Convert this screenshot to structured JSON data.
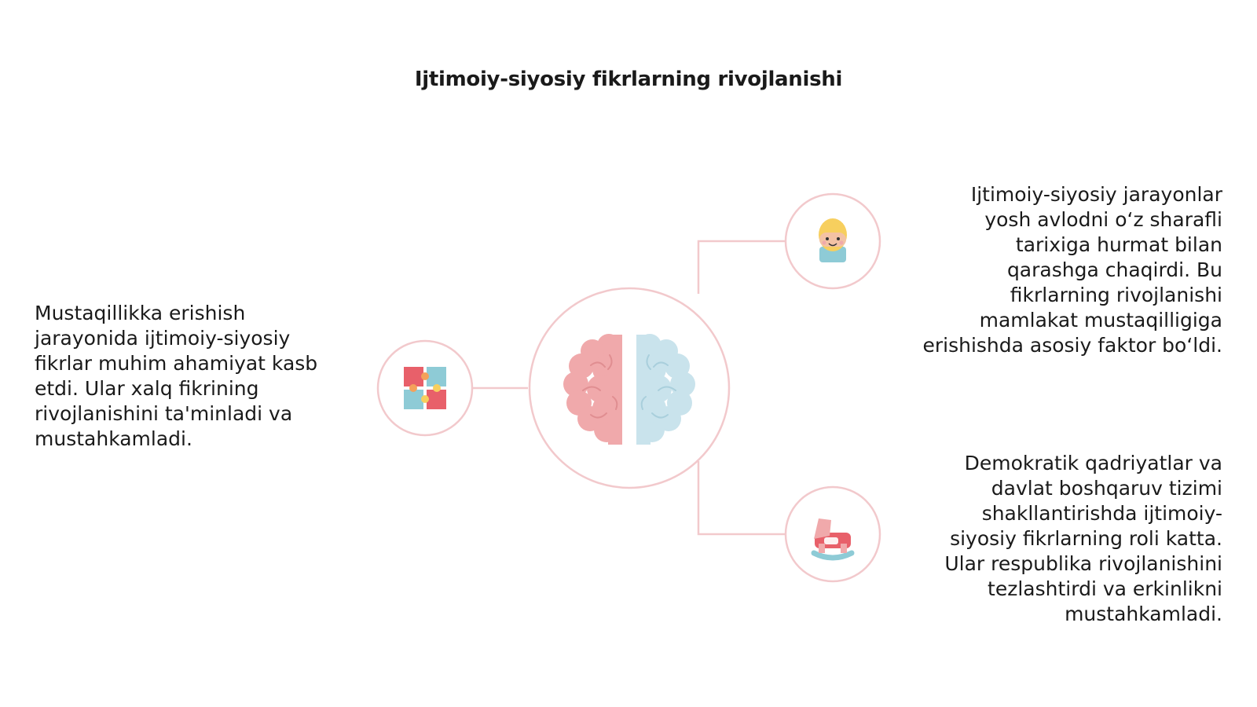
{
  "title": "Ijtimoiy-siyosiy fikrlarning rivojlanishi",
  "nodes": {
    "left": {
      "icon": "puzzle-icon",
      "text": "Mustaqillikka erishish\njarayonida ijtimoiy-siyosiy\nfikrlar muhim ahamiyat kasb\netdi. Ular xalq fikrining\nrivojlanishini ta'minladi va\nmustahkamladi."
    },
    "center": {
      "icon": "brain-icon"
    },
    "top_right": {
      "icon": "child-face-icon",
      "text": "Ijtimoiy-siyosiy jarayonlar\nyosh avlodni o‘z sharafli\ntarixiga hurmat bilan\nqarashga chaqirdi. Bu\nfikrlarning rivojlanishi\nmamlakat mustaqilligiga\nerishishda asosiy faktor bo‘ldi."
    },
    "bottom_right": {
      "icon": "rocking-horse-icon",
      "text": "Demokratik qadriyatlar va\ndavlat boshqaruv tizimi\nshakllantirishda ijtimoiy-\nsiyosiy fikrlarning roli katta.\nUlar respublika rivojlanishini\ntezlashtirdi va erkinlikni\nmustahkamladi."
    }
  },
  "colors": {
    "connector": "#f2c9cc",
    "brain_left": "#f0a9ab",
    "brain_right": "#c9e3ec",
    "accent_red": "#e8606a",
    "accent_teal": "#8ecbd6",
    "accent_orange": "#f4a15a",
    "face_yellow": "#f7cf5e"
  }
}
